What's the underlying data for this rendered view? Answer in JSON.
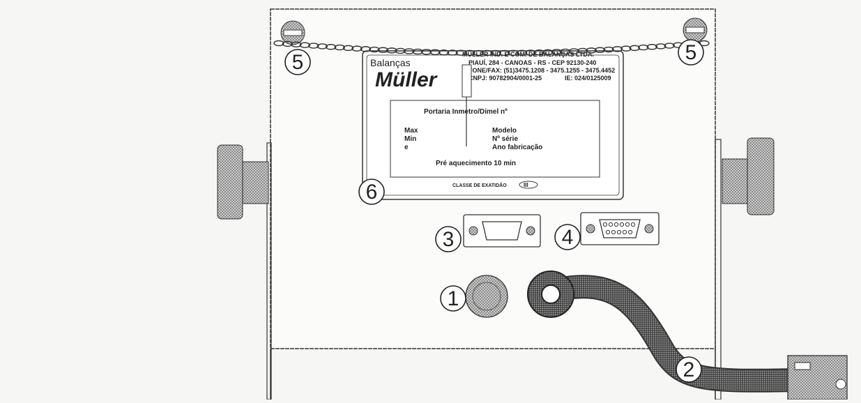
{
  "nameplate": {
    "brand": "Balanças",
    "logo": "Müller",
    "company_lines": [
      "MÜLLER IND. E COM. DE BALANÇAS LTDA.",
      "PIAUÍ, 284 - CANOAS - RS  -  CEP 92130-240",
      "FONE/FAX: (51)3475.1208 - 3475.1255 - 3475.4452",
      "CNPJ: 90782904/0001-25",
      "IE: 024/0125009"
    ],
    "portaria": "Portaria Inmetro/Dimel nº",
    "left_labels": [
      "Max",
      "Min",
      "e"
    ],
    "right_labels": [
      "Modelo",
      "Nº série",
      "Ano fabricação"
    ],
    "warmup": "Pré aquecimento 10 min",
    "accuracy_class": "CLASSE DE EXATIDÃO",
    "accuracy_class_symbol": "III"
  },
  "callouts": [
    {
      "number": "1"
    },
    {
      "number": "2"
    },
    {
      "number": "3"
    },
    {
      "number": "4"
    },
    {
      "number": "5"
    },
    {
      "number": "5"
    },
    {
      "number": "6"
    }
  ]
}
